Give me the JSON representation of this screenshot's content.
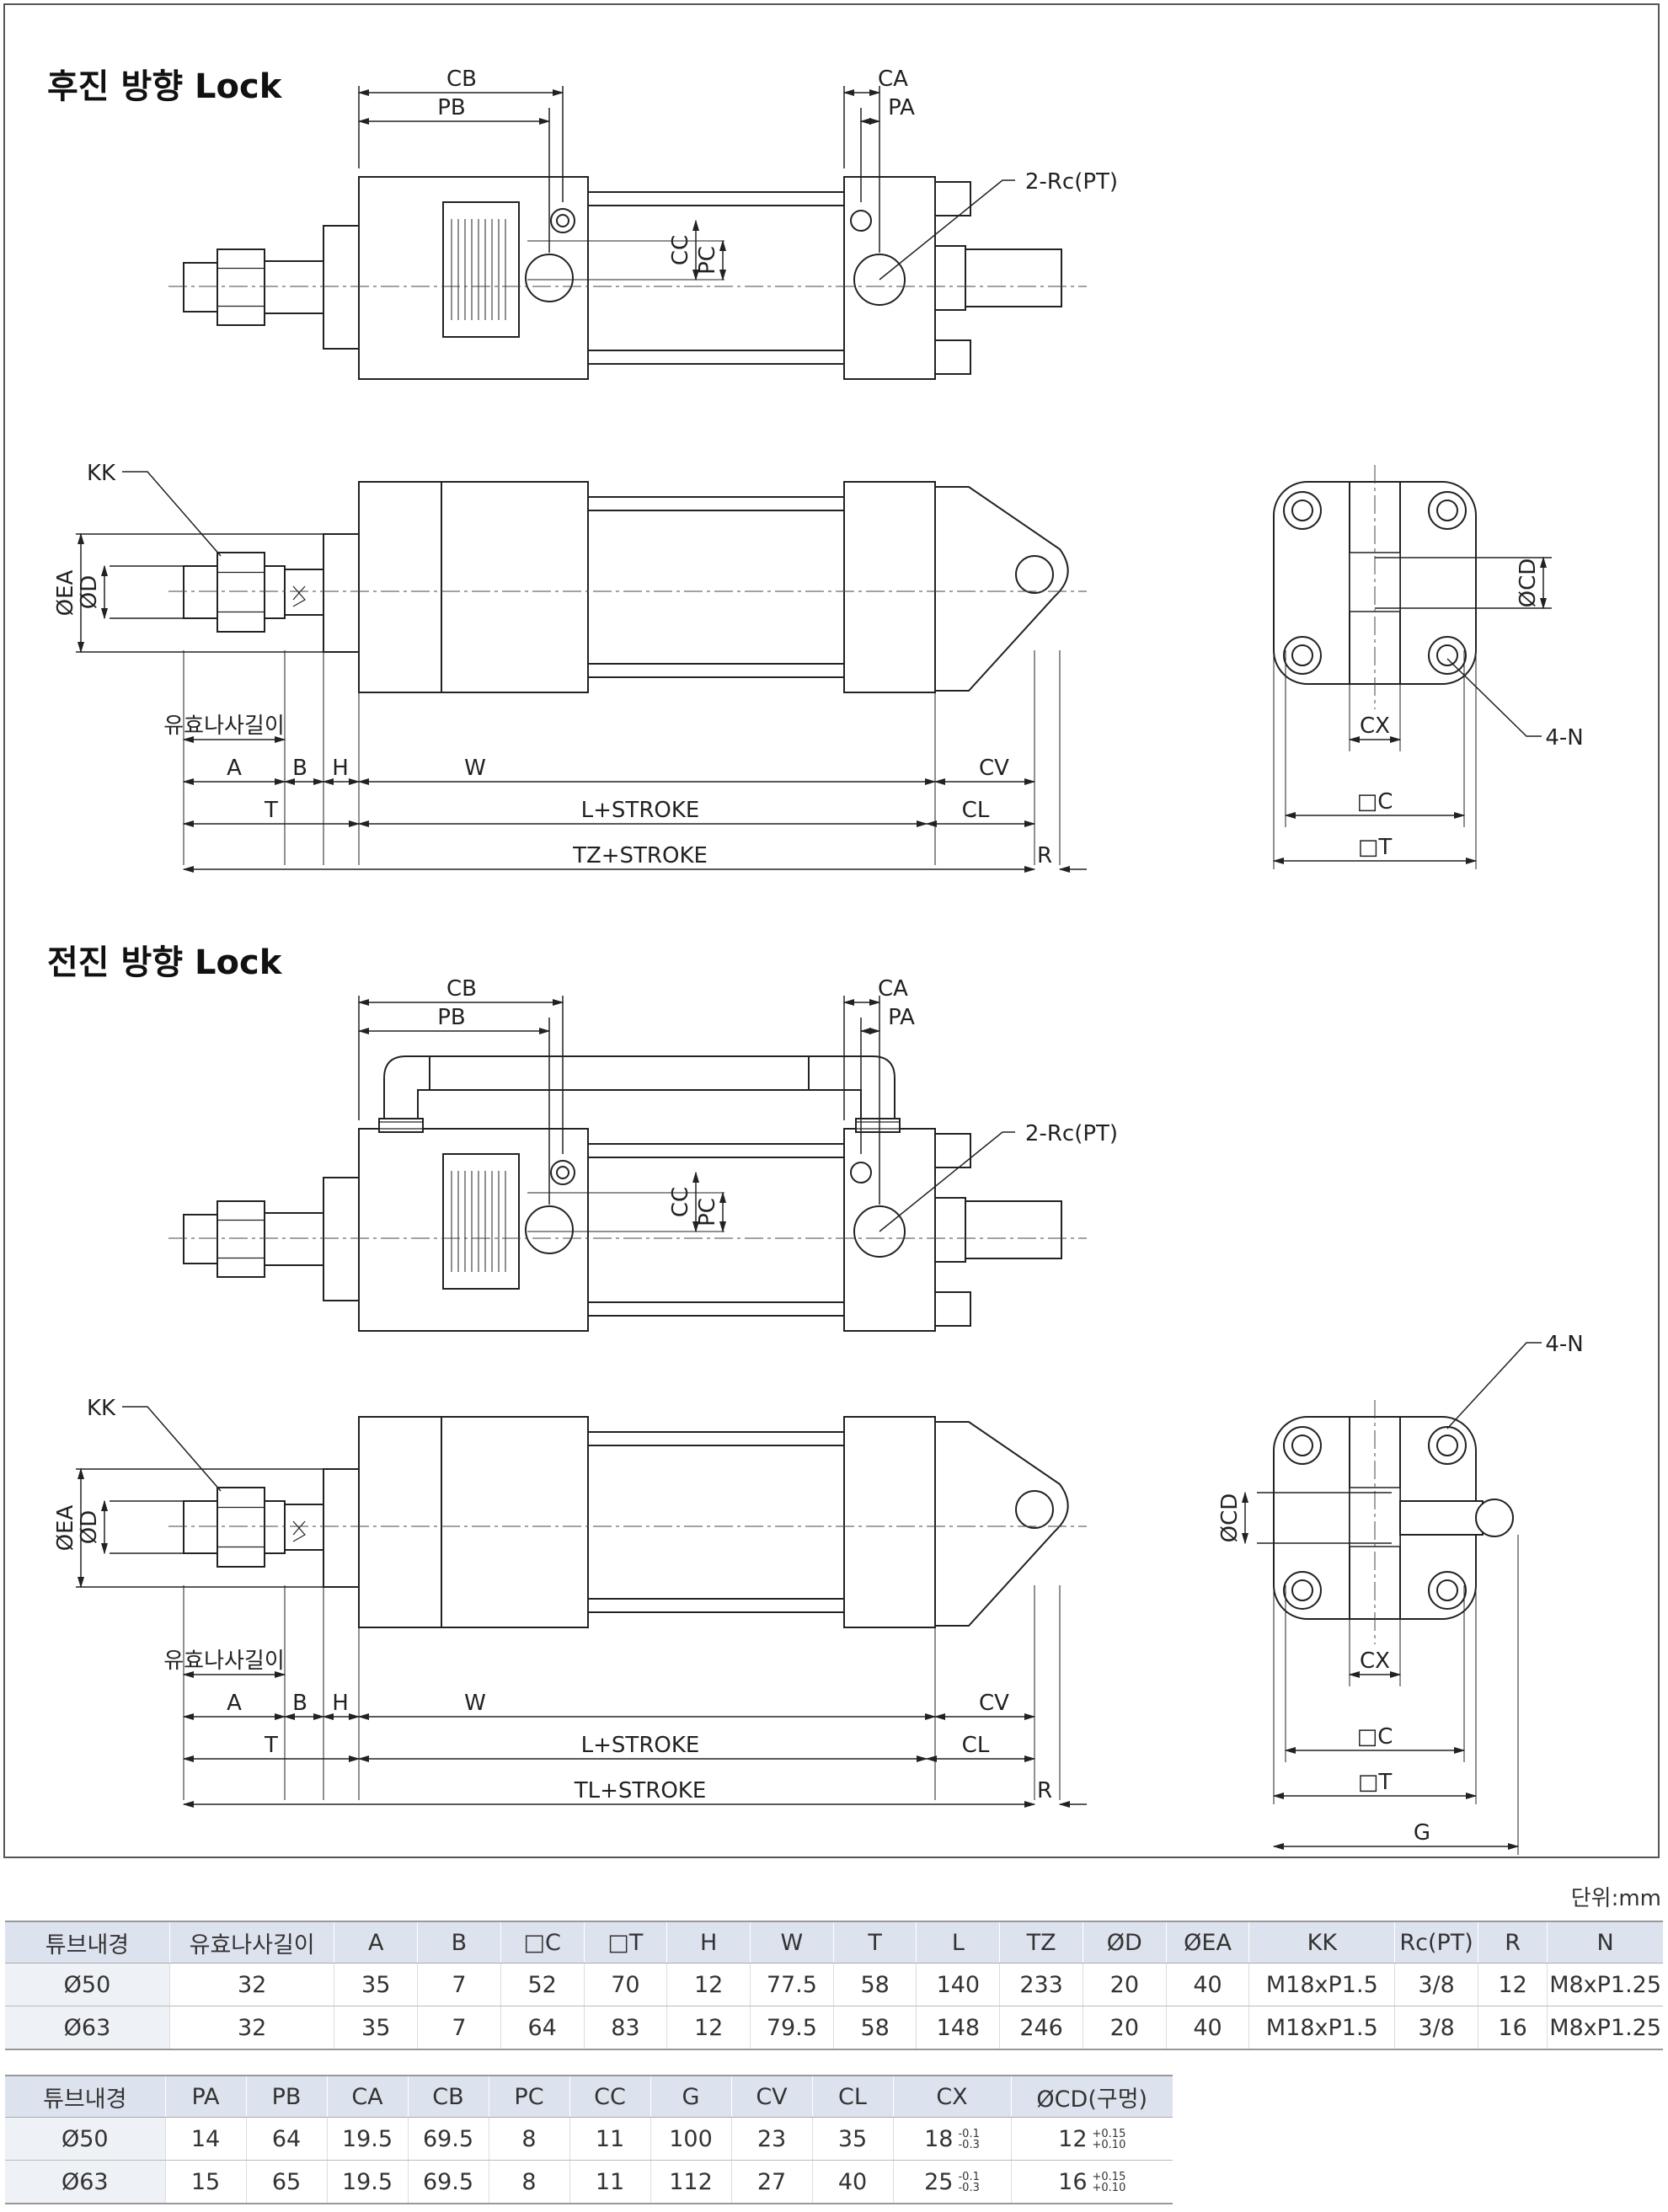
{
  "sections": [
    {
      "title": "후진 방향 Lock"
    },
    {
      "title": "전진 방향 Lock"
    }
  ],
  "drawing_labels": {
    "CB": "CB",
    "PB": "PB",
    "CA": "CA",
    "PA": "PA",
    "port": "2-Rc(PT)",
    "CC": "CC",
    "PC": "PC",
    "KK": "KK",
    "EA": "ØEA",
    "D": "ØD",
    "CD": "ØCD",
    "thread_len": "유효나사길이",
    "A": "A",
    "B": "B",
    "H": "H",
    "W": "W",
    "CV": "CV",
    "T": "T",
    "L_stroke": "L+STROKE",
    "CL": "CL",
    "TZ_stroke": "TZ+STROKE",
    "TL_stroke": "TL+STROKE",
    "R": "R",
    "CX": "CX",
    "C_sq": "□C",
    "T_sq": "□T",
    "N": "4-N",
    "G": "G"
  },
  "unit_label": "단위:mm",
  "table1": {
    "headers": [
      "튜브내경",
      "유효나사길이",
      "A",
      "B",
      "□C",
      "□T",
      "H",
      "W",
      "T",
      "L",
      "TZ",
      "ØD",
      "ØEA",
      "KK",
      "Rc(PT)",
      "R",
      "N"
    ],
    "rows": [
      [
        "Ø50",
        "32",
        "35",
        "7",
        "52",
        "70",
        "12",
        "77.5",
        "58",
        "140",
        "233",
        "20",
        "40",
        "M18xP1.5",
        "3/8",
        "12",
        "M8xP1.25"
      ],
      [
        "Ø63",
        "32",
        "35",
        "7",
        "64",
        "83",
        "12",
        "79.5",
        "58",
        "148",
        "246",
        "20",
        "40",
        "M18xP1.5",
        "3/8",
        "16",
        "M8xP1.25"
      ]
    ]
  },
  "table2": {
    "headers": [
      "튜브내경",
      "PA",
      "PB",
      "CA",
      "CB",
      "PC",
      "CC",
      "G",
      "CV",
      "CL",
      "CX",
      "ØCD(구멍)"
    ],
    "rows": [
      {
        "cells": [
          "Ø50",
          "14",
          "64",
          "19.5",
          "69.5",
          "8",
          "11",
          "100",
          "23",
          "35"
        ],
        "cx": "18",
        "cx_tol": [
          "-0.1",
          "-0.3"
        ],
        "cd": "12",
        "cd_tol": [
          "+0.15",
          "+0.10"
        ]
      },
      {
        "cells": [
          "Ø63",
          "15",
          "65",
          "19.5",
          "69.5",
          "8",
          "11",
          "112",
          "27",
          "40"
        ],
        "cx": "25",
        "cx_tol": [
          "-0.1",
          "-0.3"
        ],
        "cd": "16",
        "cd_tol": [
          "+0.15",
          "+0.10"
        ]
      }
    ]
  }
}
